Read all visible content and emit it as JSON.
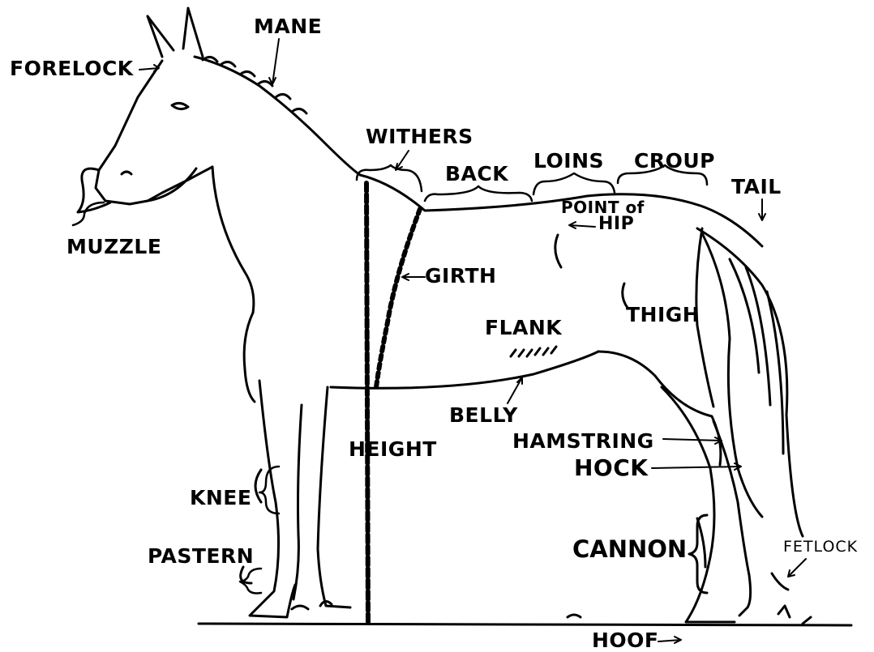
{
  "labels": {
    "forelock": "FORELOCK",
    "mane": "MANE",
    "muzzle": "MUZZLE",
    "withers": "WITHERS",
    "back": "BACK",
    "loins": "LOINS",
    "croup": "CROUP",
    "tail": "TAIL",
    "point_of": "POINT of",
    "hip": "HIP",
    "girth": "GIRTH",
    "flank": "FLANK",
    "thigh": "THIGH",
    "belly": "BELLY",
    "height": "HEIGHT",
    "hamstring": "HAMSTRING",
    "hock": "HOCK",
    "knee": "KNEE",
    "cannon": "CANNON",
    "fetlock": "FETLOCK",
    "pastern": "PASTERN",
    "hoof": "HOOF"
  }
}
